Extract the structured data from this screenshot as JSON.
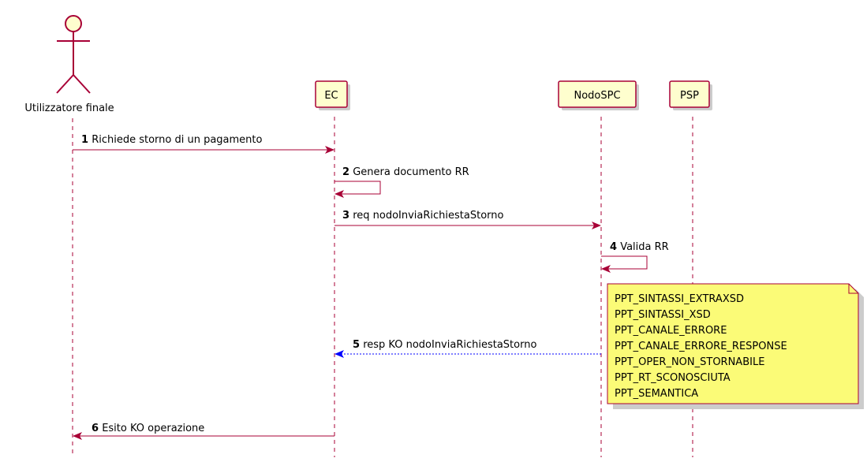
{
  "participants": {
    "actor": "Utilizzatore finale",
    "ec": "EC",
    "nodo": "NodoSPC",
    "psp": "PSP"
  },
  "messages": [
    {
      "num": "1",
      "text": "Richiede storno di un pagamento"
    },
    {
      "num": "2",
      "text": "Genera documento RR"
    },
    {
      "num": "3",
      "text": "req nodoInviaRichiestaStorno"
    },
    {
      "num": "4",
      "text": "Valida RR"
    },
    {
      "num": "5",
      "text": "resp KO nodoInviaRichiestaStorno"
    },
    {
      "num": "6",
      "text": "Esito KO operazione"
    }
  ],
  "note": {
    "lines": [
      "PPT_SINTASSI_EXTRAXSD",
      "PPT_SINTASSI_XSD",
      "PPT_CANALE_ERRORE",
      "PPT_CANALE_ERRORE_RESPONSE",
      "PPT_OPER_NON_STORNABILE",
      "PPT_RT_SCONOSCIUTA",
      "PPT_SEMANTICA"
    ]
  },
  "colors": {
    "line": "#A80036",
    "participant_fill": "#FEFECE",
    "note_fill": "#FBFB77",
    "reply_arrow": "#0000FF"
  }
}
